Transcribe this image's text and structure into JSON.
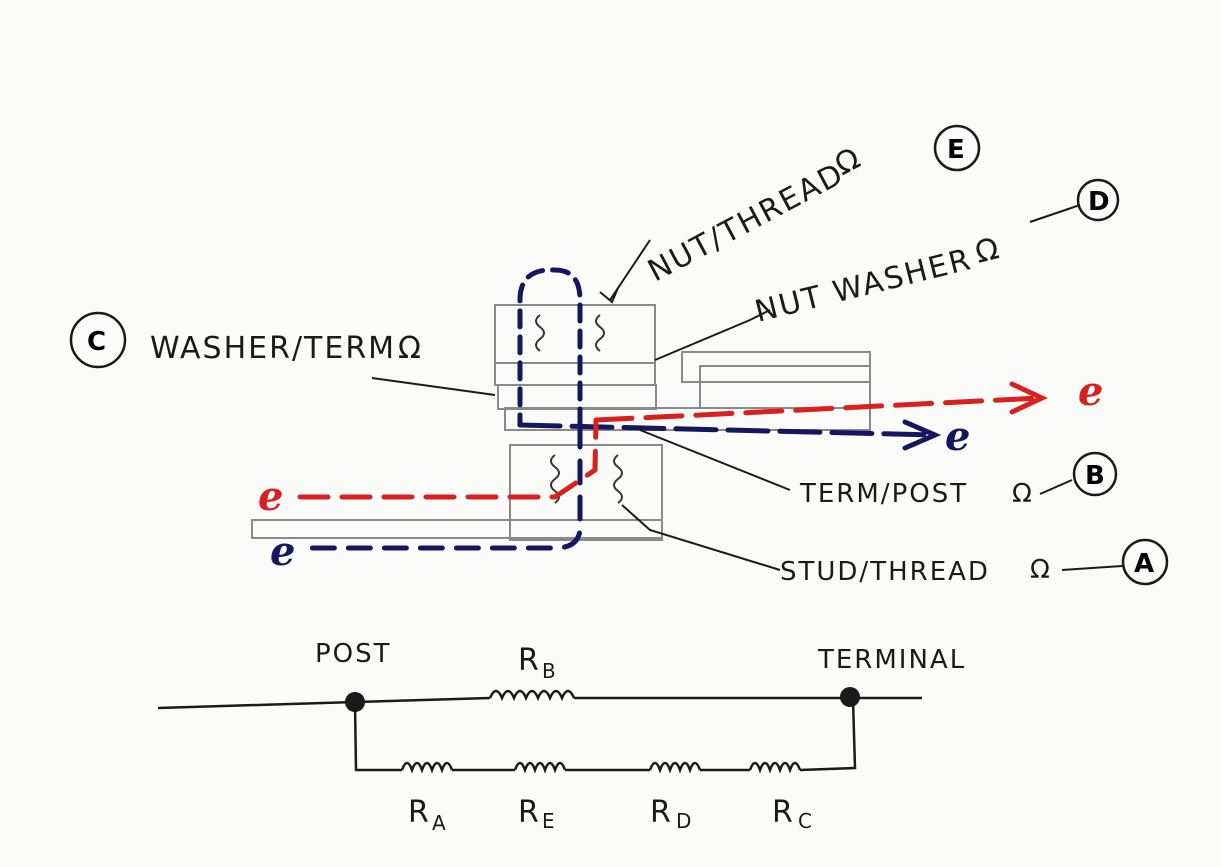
{
  "labels": {
    "nut_thread": "NUT/THREAD",
    "nut_washer": "NUT WASHER",
    "washer_term": "WASHER/TERM",
    "term_post": "TERM/POST",
    "stud_thread": "STUD/THREAD",
    "ohm": "Ω"
  },
  "markers": {
    "e": "E",
    "d": "D",
    "c": "C",
    "b": "B",
    "a": "A"
  },
  "flow": {
    "red_label_in": "e",
    "red_label_out": "e",
    "blue_label_in": "e",
    "blue_label_out": "e"
  },
  "schematic": {
    "post": "POST",
    "terminal": "TERMINAL",
    "rb": {
      "main": "R",
      "sub": "B"
    },
    "ra": {
      "main": "R",
      "sub": "A"
    },
    "re": {
      "main": "R",
      "sub": "E"
    },
    "rd": {
      "main": "R",
      "sub": "D"
    },
    "rc": {
      "main": "R",
      "sub": "C"
    }
  },
  "colors": {
    "ink": "#1a1a1a",
    "red_path": "#d8201e",
    "blue_path": "#14175e",
    "hardware_outline": "#8a8a8a"
  }
}
